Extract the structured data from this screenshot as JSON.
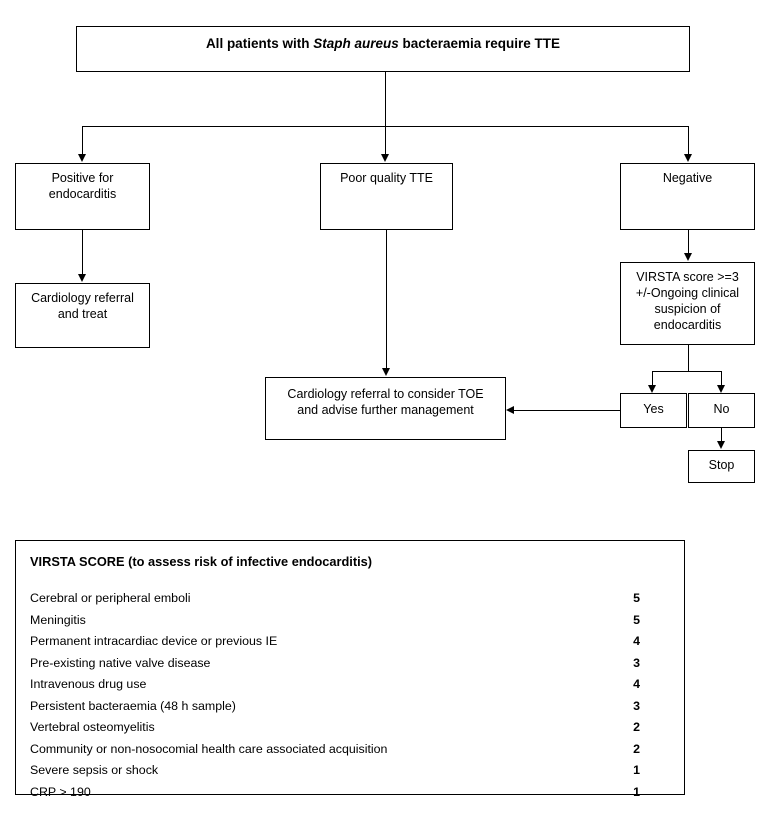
{
  "flow": {
    "top_box": {
      "prefix": "All patients with ",
      "italic": "Staph aureus",
      "suffix": " bacteraemia require TTE"
    },
    "nodes": [
      {
        "id": "positive",
        "label": "Positive for\nendocarditis"
      },
      {
        "id": "cardref",
        "label": "Cardiology referral\nand treat"
      },
      {
        "id": "poor",
        "label": "Poor quality TTE"
      },
      {
        "id": "negative",
        "label": "Negative"
      },
      {
        "id": "virsta",
        "label": "VIRSTA score >=3\n+/-Ongoing clinical\nsuspicion of\nendocarditis"
      },
      {
        "id": "cardtoe",
        "label": "Cardiology referral to consider TOE\nand advise further management"
      },
      {
        "id": "yes",
        "label": "Yes"
      },
      {
        "id": "no",
        "label": "No"
      },
      {
        "id": "stop",
        "label": "Stop"
      }
    ]
  },
  "score_panel": {
    "title": "VIRSTA SCORE (to assess risk of infective endocarditis)",
    "rows": [
      {
        "label": "Cerebral or peripheral emboli",
        "value": "5"
      },
      {
        "label": "Meningitis",
        "value": "5"
      },
      {
        "label": "Permanent intracardiac device or previous IE",
        "value": "4"
      },
      {
        "label": "Pre-existing native valve disease",
        "value": "3"
      },
      {
        "label": "Intravenous drug use",
        "value": "4"
      },
      {
        "label": "Persistent bacteraemia (48 h sample)",
        "value": "3"
      },
      {
        "label": "Vertebral osteomyelitis",
        "value": "2"
      },
      {
        "label": "Community or non-nosocomial health care associated acquisition",
        "value": "2"
      },
      {
        "label": "Severe sepsis or shock",
        "value": "1"
      },
      {
        "label": "CRP > 190",
        "value": "1"
      }
    ]
  },
  "colors": {
    "line": "#000000",
    "background": "#ffffff",
    "text": "#000000"
  }
}
